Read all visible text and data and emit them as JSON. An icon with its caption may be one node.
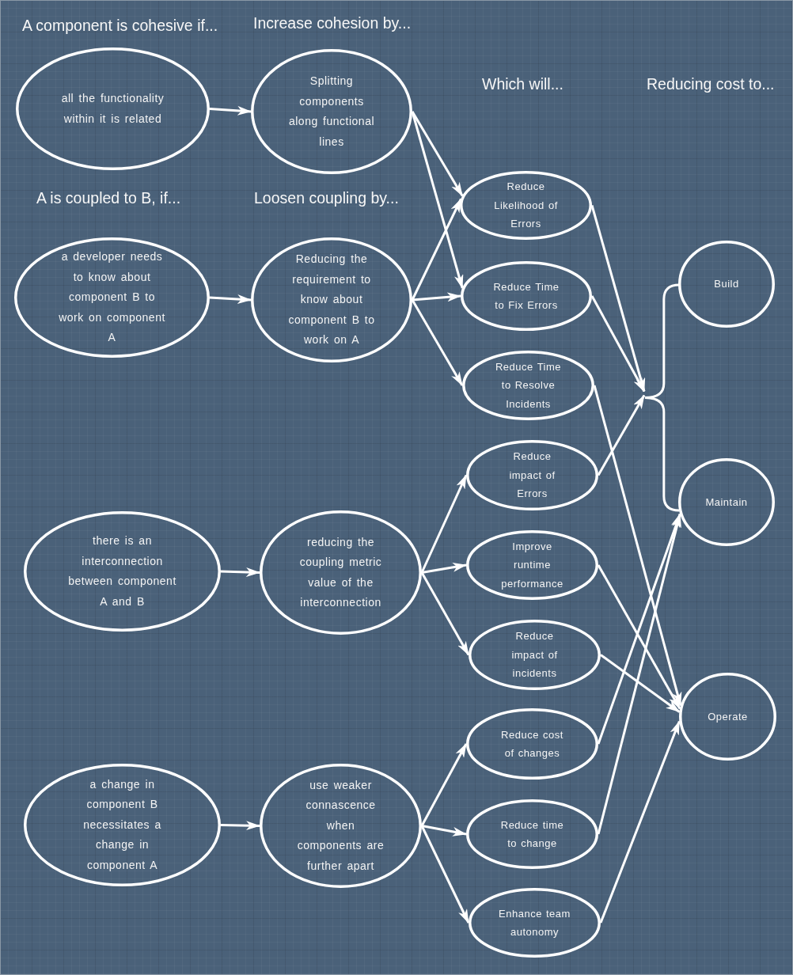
{
  "diagram": {
    "nodes": [
      {
        "text": [
          "all the functionality within it is related"
        ]
      },
      {
        "text": [
          "Splitting components along functional lines"
        ]
      },
      {
        "text": [
          "a developer needs to know about component B to work on component A"
        ]
      },
      {
        "text": [
          "Reducing the requirement to know about component B to work on A"
        ]
      },
      {
        "text": [
          "Reduce Likelihood of Errors"
        ]
      },
      {
        "text": [
          "Reduce Time to Fix Errors"
        ]
      },
      {
        "text": [
          "Reduce Time to Resolve Incidents"
        ]
      },
      {
        "text": [
          "Build"
        ]
      },
      {
        "text": [
          "there is an interconnection between component A and B"
        ]
      },
      {
        "text": [
          "reducing the coupling metric value of the interconnection"
        ]
      },
      {
        "text": [
          "Reduce impact of Errors"
        ]
      },
      {
        "text": [
          "Improve runtime performance"
        ]
      },
      {
        "text": [
          "Reduce impact of incidents"
        ]
      },
      {
        "text": [
          "Maintain"
        ]
      },
      {
        "text": [
          "Operate"
        ]
      },
      {
        "text": [
          "a change in component B necessitates a change in component A"
        ]
      },
      {
        "text": [
          "use weaker connascence when components are further apart"
        ]
      },
      {
        "text": [
          "Reduce cost of changes"
        ]
      },
      {
        "text": [
          "Reduce time to change"
        ]
      },
      {
        "text": [
          "Enhance team autonomy"
        ]
      },
      {
        "text": [],
        "shape": "brace"
      }
    ],
    "edges": [
      {
        "from": 0,
        "to": 1,
        "arrow": "to"
      },
      {
        "from": 1,
        "to": 4,
        "arrow": "to"
      },
      {
        "from": 1,
        "to": 5,
        "arrow": "to"
      },
      {
        "from": 2,
        "to": 3,
        "arrow": "to"
      },
      {
        "from": 3,
        "to": 4,
        "arrow": "to"
      },
      {
        "from": 3,
        "to": 5,
        "arrow": "to"
      },
      {
        "from": 3,
        "to": 6,
        "arrow": "to"
      },
      {
        "from": 4,
        "to": 20,
        "arrow": "to"
      },
      {
        "from": 5,
        "to": 20,
        "arrow": "to"
      },
      {
        "from": 6,
        "to": 14,
        "arrow": "to"
      },
      {
        "from": 8,
        "to": 9,
        "arrow": "to"
      },
      {
        "from": 9,
        "to": 10,
        "arrow": "to"
      },
      {
        "from": 9,
        "to": 11,
        "arrow": "to"
      },
      {
        "from": 9,
        "to": 12,
        "arrow": "to"
      },
      {
        "from": 10,
        "to": 20,
        "arrow": "to"
      },
      {
        "from": 11,
        "to": 14,
        "arrow": "to"
      },
      {
        "from": 12,
        "to": 14,
        "arrow": "to"
      },
      {
        "from": 15,
        "to": 16,
        "arrow": "to"
      },
      {
        "from": 16,
        "to": 17,
        "arrow": "to"
      },
      {
        "from": 16,
        "to": 18,
        "arrow": "to"
      },
      {
        "from": 16,
        "to": 19,
        "arrow": "to"
      },
      {
        "from": 17,
        "to": 13,
        "arrow": "to"
      },
      {
        "from": 18,
        "to": 13,
        "arrow": "to"
      },
      {
        "from": 19,
        "to": 14,
        "arrow": "to"
      }
    ],
    "labels": [
      "A component is cohesive if...",
      "Increase cohesion by...",
      "Which will...",
      "Reducing cost to...",
      "A is coupled to B, if...",
      "Loosen coupling by..."
    ]
  }
}
